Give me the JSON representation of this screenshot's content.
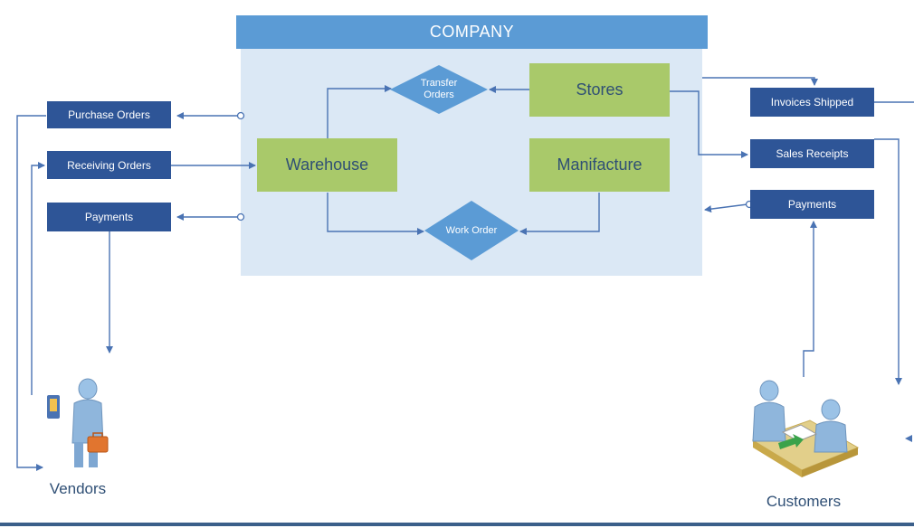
{
  "company": {
    "title": "COMPANY"
  },
  "departments": {
    "stores": "Stores",
    "warehouse": "Warehouse",
    "manufacture": "Manifacture"
  },
  "decisions": {
    "transfer_orders": "Transfer Orders",
    "work_order": "Work Order"
  },
  "vendor_side": {
    "purchase_orders": "Purchase Orders",
    "receiving_orders": "Receiving Orders",
    "payments": "Payments"
  },
  "customer_side": {
    "invoices_shipped": "Invoices Shipped",
    "sales_receipts": "Sales Receipts",
    "payments": "Payments"
  },
  "actors": {
    "vendors": "Vendors",
    "customers": "Customers"
  },
  "colors": {
    "company_bg": "#dbe8f5",
    "title_bar": "#5b9bd5",
    "department": "#a9c96a",
    "document": "#2e5597",
    "connector": "#4a73b3"
  }
}
